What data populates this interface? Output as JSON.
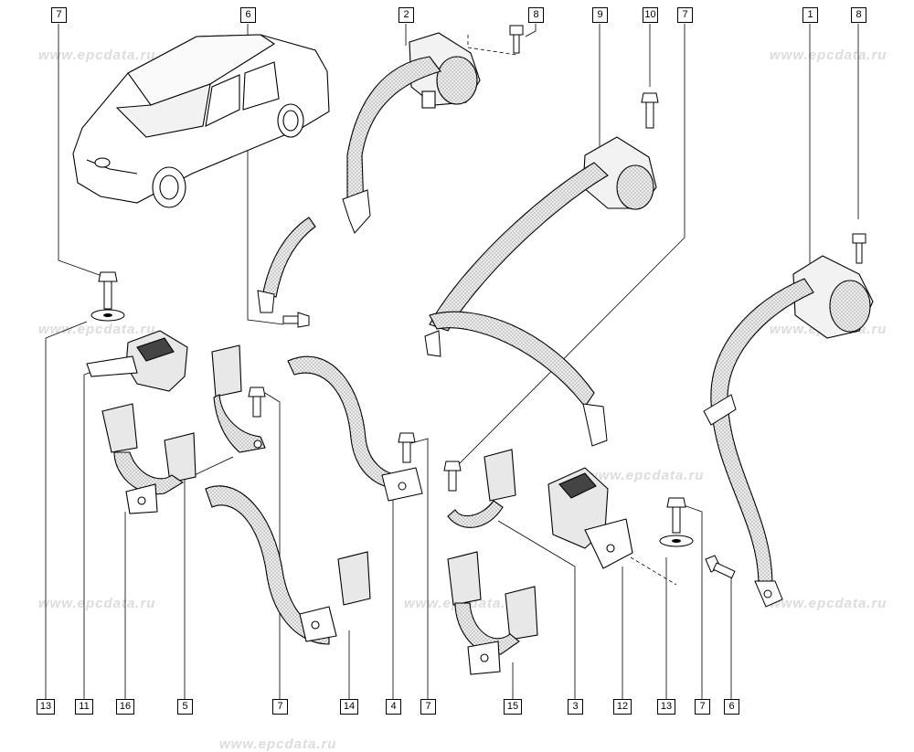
{
  "watermark": "www.epcdata.ru",
  "callouts": {
    "top": [
      "7",
      "6",
      "2",
      "8",
      "9",
      "10",
      "7",
      "1",
      "8"
    ],
    "bottom": [
      "13",
      "11",
      "16",
      "5",
      "7",
      "14",
      "4",
      "7",
      "15",
      "3",
      "12",
      "13",
      "7",
      "6"
    ]
  },
  "colors": {
    "line": "#000000",
    "strap_fill": "#e8e8e8",
    "watermark": "#dcdcdc"
  },
  "parts": [
    "car-icon",
    "seat-belt-retractor-icon",
    "buckle-icon",
    "bolt-icon",
    "screw-icon",
    "washer-icon",
    "belt-strap-icon",
    "anchor-plate-icon"
  ]
}
